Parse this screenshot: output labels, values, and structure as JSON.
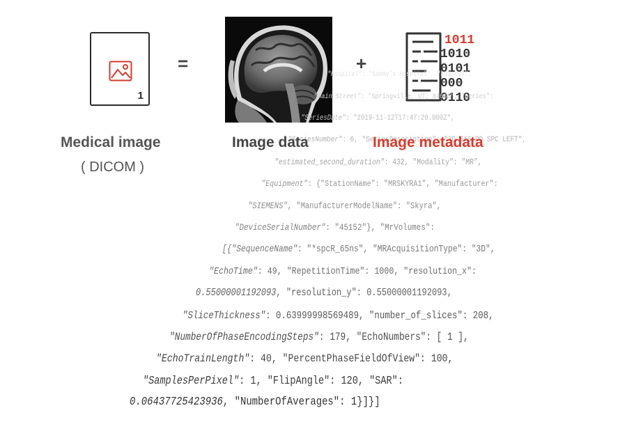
{
  "labels": {
    "medical_image": "Medical image",
    "dicom": "( DICOM )",
    "image_data": "Image data",
    "image_metadata": "Image metadata",
    "equals": "=",
    "plus": "+"
  },
  "icons": {
    "file_page_number": "1",
    "binary_rows": [
      "1011",
      "1010",
      "0101",
      "000",
      "0110"
    ]
  },
  "colors": {
    "accent_red": "#d63b2c",
    "dark": "#2a2a2a",
    "label_gray": "#555555"
  },
  "metadata_lines": [
    {
      "key": "\"Hospital\"",
      "rest": ": \"Sammy's Hospital\", \"address\":"
    },
    {
      "key": "\"Main Street\"",
      "rest": ": \"Springville, UT, 84663\", \"Series\":"
    },
    {
      "key": "\"SeriesDate\"",
      "rest": ": \"2019-11-12T17:47:20.000Z\","
    },
    {
      "key": "\"SeriesNumber\"",
      "rest": ": 6, \"SeriesDescription\": \"3D SAG PD SPC LEFT\","
    },
    {
      "key": "\"estimated_second_duration\"",
      "rest": ": 432, \"Modality\": \"MR\","
    },
    {
      "key": "\"Equipment\"",
      "rest": ": {\"StationName\": \"MRSKYRA1\", \"Manufacturer\":"
    },
    {
      "key": "\"SIEMENS\"",
      "rest": ", \"ManufacturerModelName\": \"Skyra\","
    },
    {
      "key": "\"DeviceSerialNumber\"",
      "rest": ": \"45152\"}, \"MrVolumes\":"
    },
    {
      "key": "[{\"SequenceName\"",
      "rest": ": \"*spcR_65ns\", \"MRAcquisitionType\": \"3D\","
    },
    {
      "key": "\"EchoTime\"",
      "rest": ": 49, \"RepetitionTime\": 1000, \"resolution_x\":"
    },
    {
      "key": "0.55000001192093",
      "rest": ", \"resolution_y\": 0.55000001192093,"
    },
    {
      "key": "\"SliceThickness\"",
      "rest": ": 0.63999998569489, \"number_of_slices\": 208,"
    },
    {
      "key": "\"NumberOfPhaseEncodingSteps\"",
      "rest": ": 179, \"EchoNumbers\": [ 1 ],"
    },
    {
      "key": "\"EchoTrainLength\"",
      "rest": ": 40, \"PercentPhaseFieldOfView\": 100,"
    },
    {
      "key": "\"SamplesPerPixel\"",
      "rest": ": 1, \"FlipAngle\": 120, \"SAR\":"
    },
    {
      "key": "0.06437725423936",
      "rest": ", \"NumberOfAverages\": 1}]}]"
    }
  ]
}
